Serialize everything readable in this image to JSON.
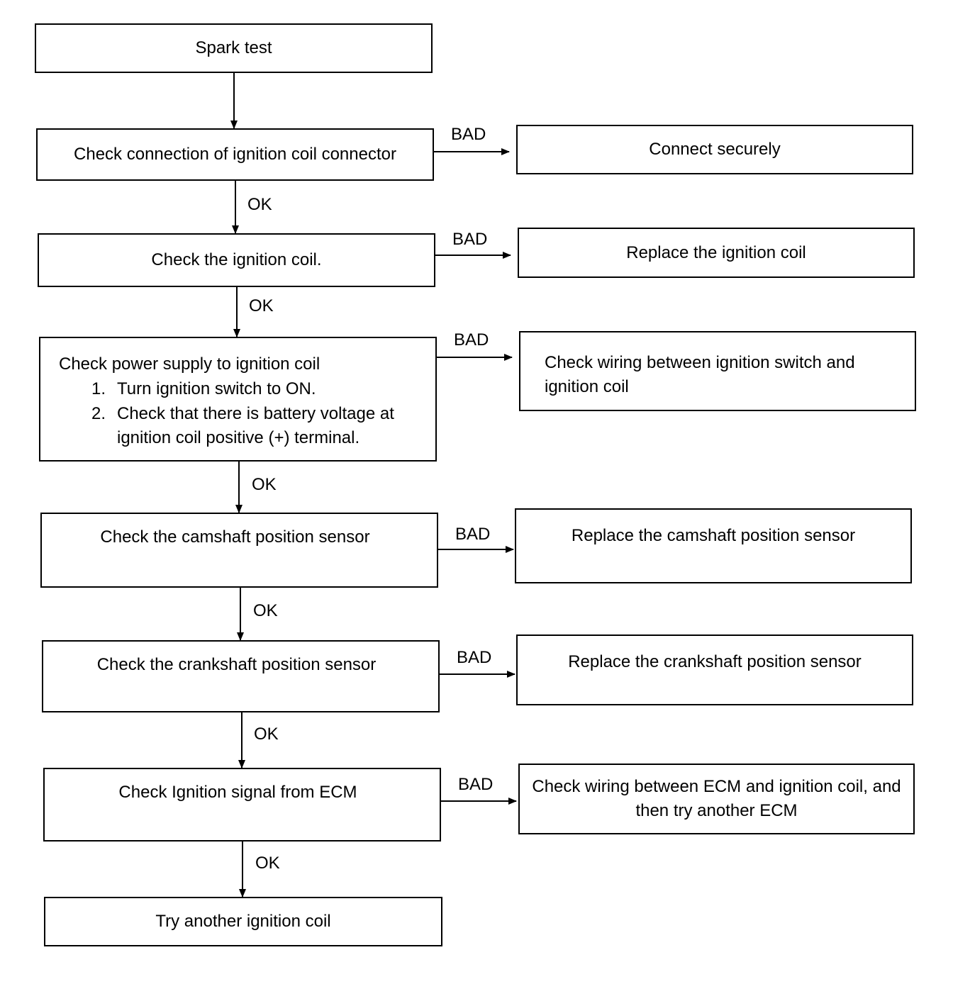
{
  "flow": {
    "start": "Spark test",
    "steps": [
      {
        "check": "Check connection of ignition coil connector",
        "bad": "BAD",
        "remedy": "Connect securely",
        "ok": "OK"
      },
      {
        "check": "Check the ignition coil.",
        "bad": "BAD",
        "remedy": "Replace the ignition coil",
        "ok": "OK"
      },
      {
        "check": "Check power supply to ignition coil",
        "substeps": [
          {
            "num": "1.",
            "text": "Turn ignition switch to ON."
          },
          {
            "num": "2.",
            "text": "Check that there is battery voltage at ignition coil positive (+) terminal."
          }
        ],
        "bad": "BAD",
        "remedy": "Check wiring between ignition switch and ignition coil",
        "ok": "OK"
      },
      {
        "check": "Check the camshaft position sensor",
        "bad": "BAD",
        "remedy": "Replace the camshaft position sensor",
        "ok": "OK"
      },
      {
        "check": "Check the crankshaft position sensor",
        "bad": "BAD",
        "remedy": "Replace the crankshaft position sensor",
        "ok": "OK"
      },
      {
        "check": "Check Ignition signal from ECM",
        "bad": "BAD",
        "remedy": "Check wiring between ECM and ignition coil, and then try another ECM",
        "ok": "OK"
      }
    ],
    "end": "Try another ignition coil"
  }
}
